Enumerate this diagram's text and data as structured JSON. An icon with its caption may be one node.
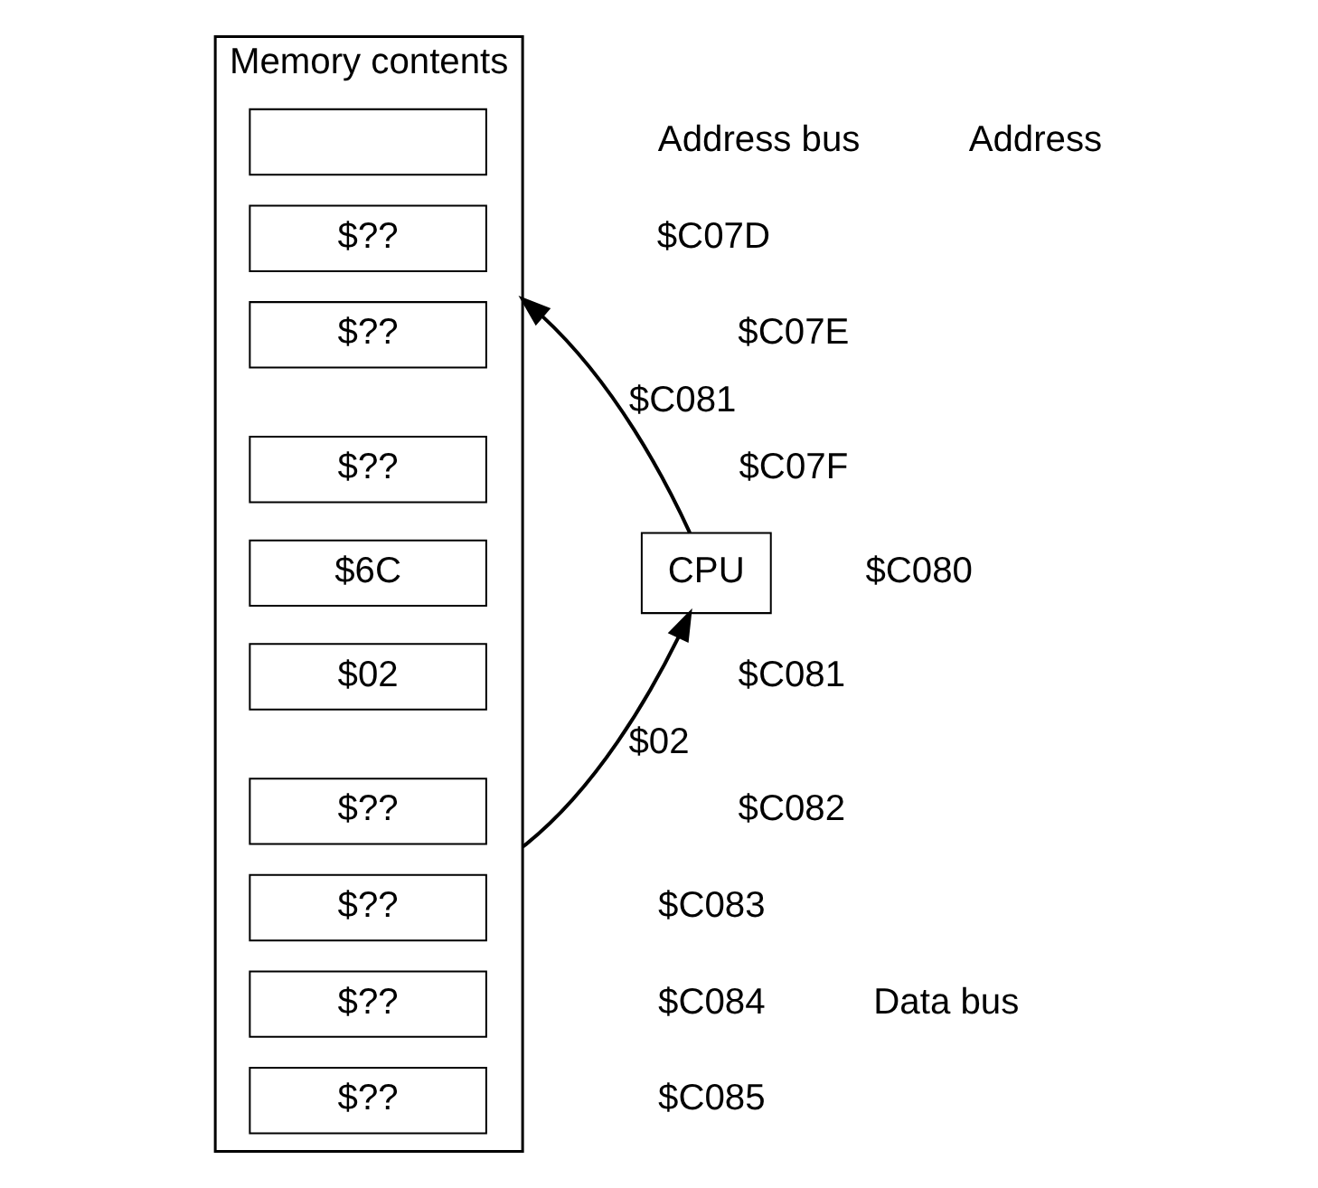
{
  "diagram": {
    "nodes": [
      {
        "text": [
          "Memory contents"
        ]
      },
      {
        "text": [],
        "shape": "box",
        "in": 0
      },
      {
        "text": [
          "$??"
        ],
        "in": 0
      },
      {
        "text": [
          "$??"
        ],
        "in": 0
      },
      {
        "text": [
          "$??"
        ],
        "in": 0
      },
      {
        "text": [
          "$6C"
        ],
        "in": 0
      },
      {
        "text": [
          "$02"
        ],
        "in": 0
      },
      {
        "text": [
          "$??"
        ],
        "in": 0
      },
      {
        "text": [
          "$??"
        ],
        "in": 0
      },
      {
        "text": [
          "$??"
        ],
        "in": 0
      },
      {
        "text": [
          "$??"
        ],
        "in": 0
      },
      {
        "text": [
          "CPU"
        ]
      }
    ],
    "edges": [
      {
        "from": 11,
        "to": 0,
        "arrow": "to",
        "label": "$C081"
      },
      {
        "from": 0,
        "to": 11,
        "arrow": "to",
        "label": "$02"
      }
    ],
    "labels": [
      "Address bus",
      "Address",
      "$C07D",
      "$C07E",
      "$C07F",
      "$C080",
      "$C081",
      "$C082",
      "$C083",
      "$C084",
      "$C085",
      "Data bus"
    ]
  }
}
